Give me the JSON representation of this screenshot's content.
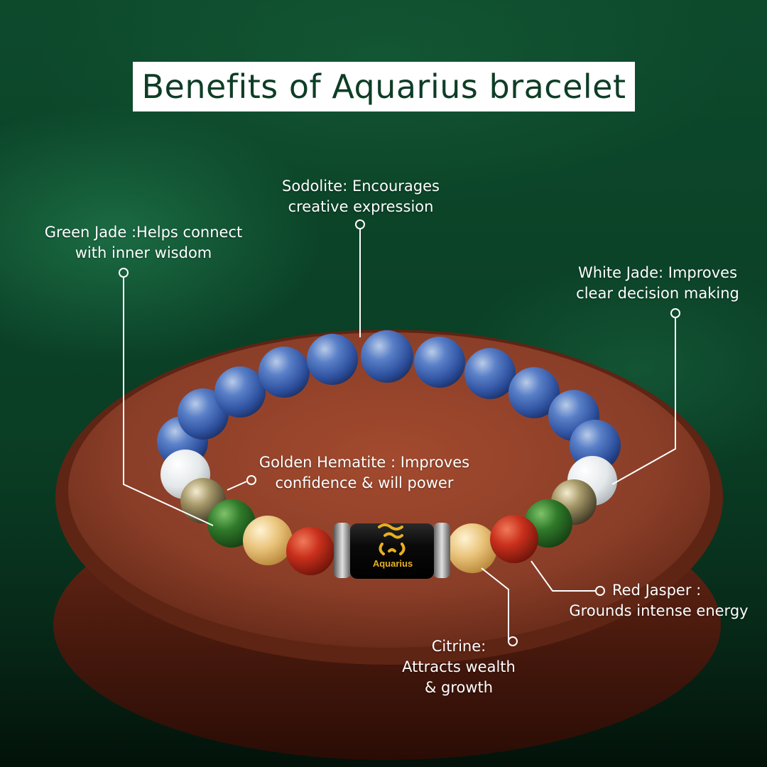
{
  "title": "Benefits of Aquarius bracelet",
  "badge": {
    "text": "Aquarius",
    "symbol": "aquarius-symbol-icon"
  },
  "labels": {
    "sodolite": {
      "line1": "Sodolite: Encourages",
      "line2": "creative expression"
    },
    "green_jade": {
      "line1": "Green Jade :Helps connect",
      "line2": "with inner wisdom"
    },
    "white_jade": {
      "line1": "White Jade: Improves",
      "line2": "clear decision making"
    },
    "golden_hematite": {
      "line1": "Golden Hematite : Improves",
      "line2": "confidence & will power"
    },
    "red_jasper": {
      "line1": "Red Jasper :",
      "line2": "Grounds intense energy"
    },
    "citrine": {
      "line1": "Citrine:",
      "line2": "Attracts wealth",
      "line3": "& growth"
    }
  },
  "colors": {
    "background": "#0b3d24",
    "title_text": "#0e3d26",
    "wood": "#8a3e28",
    "sodalite": "#3b62b0",
    "white_jade": "#eceff0",
    "green_jade": "#2f7a2a",
    "citrine": "#e9c37a",
    "red_jasper": "#c9301c",
    "hematite": "#a89a6a",
    "badge_gold": "#e6b020"
  }
}
